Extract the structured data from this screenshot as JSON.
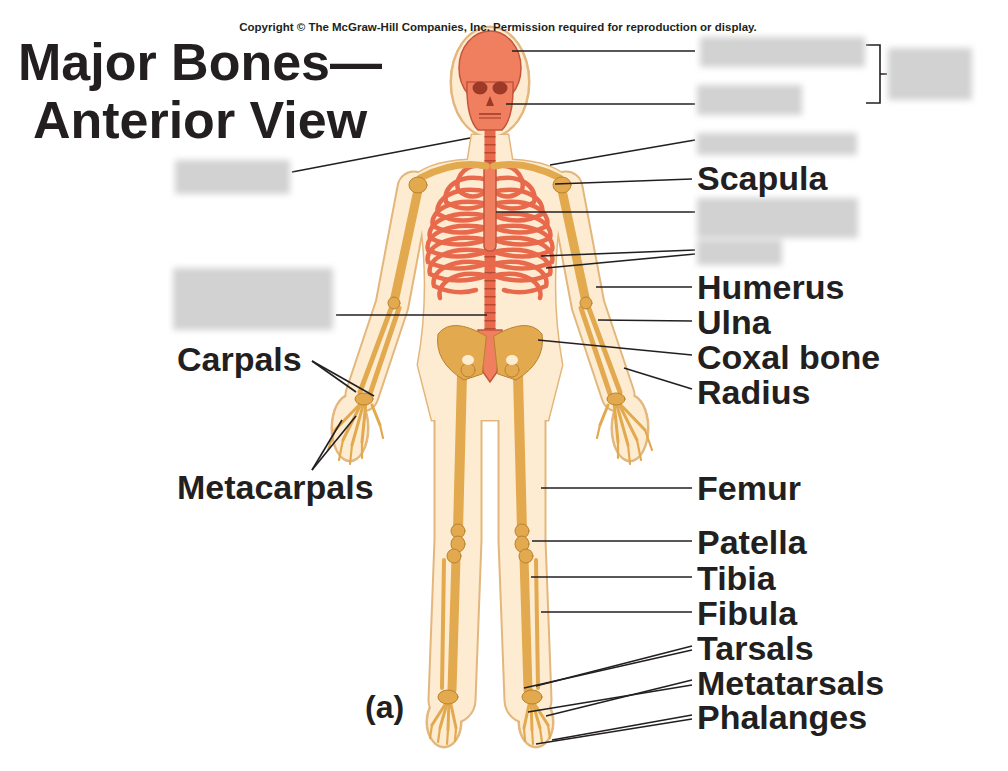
{
  "diagram": {
    "title": "Major Bones— Anterior View",
    "labels": [
      "Copyright © The McGraw-Hill Companies, Inc. Permission required for reproduction or display.",
      "Scapula",
      "Humerus",
      "Ulna",
      "Carpals",
      "Coxal bone",
      "Radius",
      "Metacarpals",
      "Femur",
      "Patella",
      "Tibia",
      "Fibula",
      "Tarsals",
      "Metatarsals",
      "(a)",
      "Phalanges"
    ]
  }
}
